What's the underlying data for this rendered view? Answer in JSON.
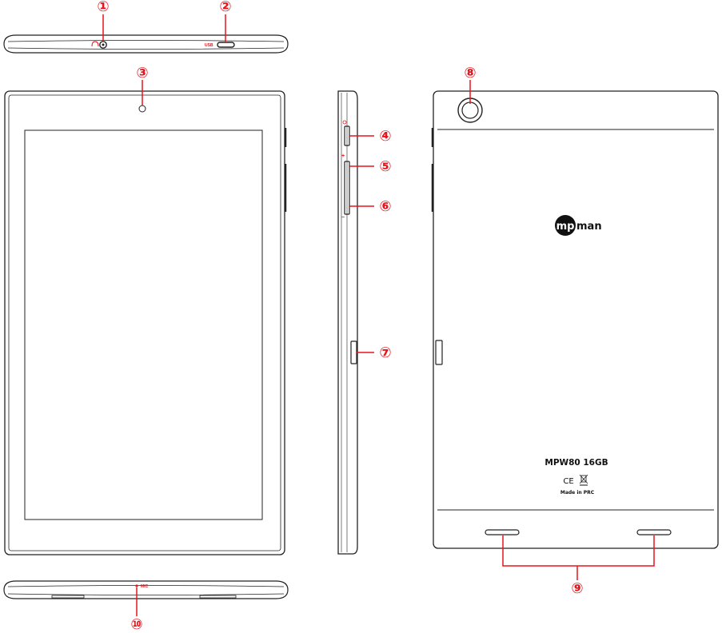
{
  "callouts": [
    "①",
    "②",
    "③",
    "④",
    "⑤",
    "⑥",
    "⑦",
    "⑧",
    "⑨",
    "⑩"
  ],
  "port_labels": {
    "usb": "USB",
    "mic": "MIC"
  },
  "side_symbols": {
    "volume_plus": "+",
    "volume_minus": "−"
  },
  "back_panel": {
    "brand_left": "mp",
    "brand_right": "man",
    "model": "MPW80 16GB",
    "ce_mark": "CE",
    "origin": "Made in PRC"
  },
  "colors": {
    "callout": "#e8141c",
    "outline": "#222222",
    "brand_circle": "#111111"
  }
}
